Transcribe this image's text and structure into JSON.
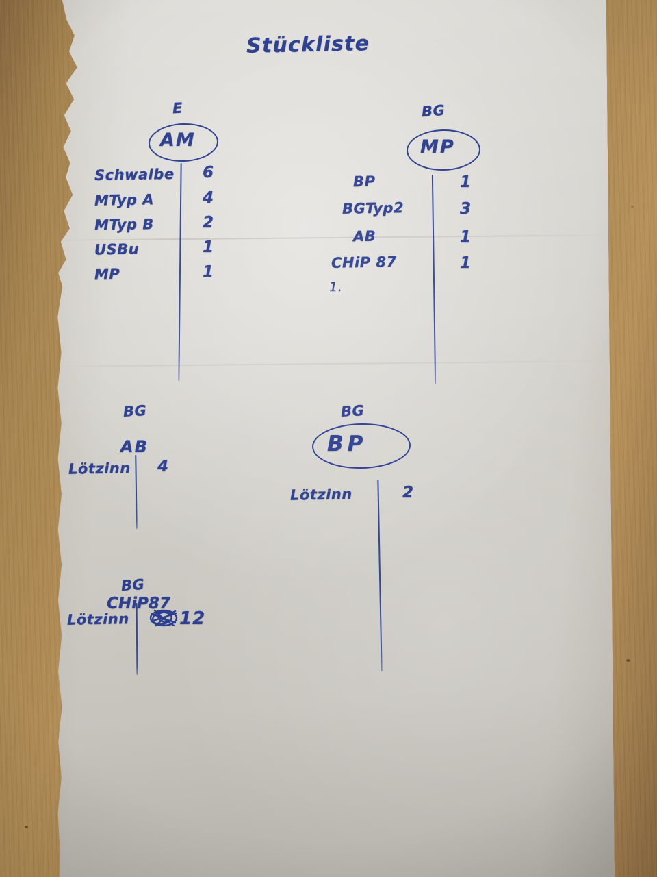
{
  "document": {
    "title": "Stückliste",
    "medium": "handwritten note on paper, blue ballpoint pen",
    "ink_color": "#2c3f91",
    "paper_color": "#d5d3cd",
    "desk_color": "#a8854f"
  },
  "blocks": [
    {
      "id": "block-am",
      "tag": "E",
      "node": "AM",
      "node_circled": true,
      "rows": [
        {
          "part": "Schwalbe",
          "qty": "6"
        },
        {
          "part": "MTyp A",
          "qty": "4"
        },
        {
          "part": "MTyp B",
          "qty": "2"
        },
        {
          "part": "USBu",
          "qty": "1"
        },
        {
          "part": "MP",
          "qty": "1"
        }
      ]
    },
    {
      "id": "block-mp",
      "tag": "BG",
      "node": "MP",
      "node_circled": true,
      "rows": [
        {
          "part": "BP",
          "qty": "1"
        },
        {
          "part": "BGTyp2",
          "qty": "3"
        },
        {
          "part": "AB",
          "qty": "1"
        },
        {
          "part": "CHiP 87",
          "qty": "1"
        }
      ],
      "trailing_mark": "1."
    },
    {
      "id": "block-ab",
      "tag": "BG",
      "node": "AB",
      "node_circled": false,
      "rows": [
        {
          "part": "Lötzinn",
          "qty": "4"
        }
      ]
    },
    {
      "id": "block-bp",
      "tag": "BG",
      "node": "BP",
      "node_circled": true,
      "rows": [
        {
          "part": "Lötzinn",
          "qty": "2"
        }
      ]
    },
    {
      "id": "block-chip87",
      "tag": "BG",
      "node": "CHiP87",
      "node_circled": false,
      "rows": [
        {
          "part": "Lötzinn",
          "qty": "12",
          "qty_struck_out": true
        }
      ]
    }
  ]
}
